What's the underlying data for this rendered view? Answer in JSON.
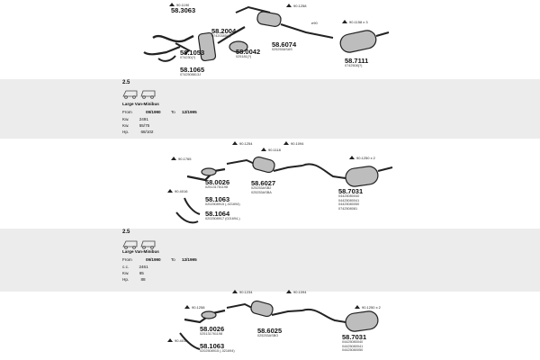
{
  "section1": {
    "refs": {
      "r1": "90.1190",
      "r2": "90.1258",
      "r3": "90.1158 x 3",
      "r4": "e90"
    },
    "parts": {
      "p1": {
        "no": "58.3063",
        "oem": ""
      },
      "p2": {
        "no": "58.2004",
        "oem": "0742038540\n07422038(?)..."
      },
      "p3": {
        "no": "58.1053",
        "oem": "0742038814J (TSW)"
      },
      "p4": {
        "no": "58.0042",
        "oem": "025181(?)"
      },
      "p5": {
        "no": "58.6074",
        "oem": "025253ASAS"
      },
      "p6": {
        "no": "58.7111",
        "oem": "0742508(?)"
      },
      "p7": {
        "no": "58.1065",
        "oem": "0742508813J"
      }
    }
  },
  "info1": {
    "engine": "2.5",
    "model": "Large Van-Minibus",
    "from_label": "From",
    "from_val": "09/1990",
    "to_label": "To",
    "to_val": "12/1995",
    "cc_label": "Kw.",
    "cc_val": "2491",
    "kw_label": "Kw.",
    "kw_val": "55/75",
    "hp_label": "Hp.",
    "hp_val": "68/102"
  },
  "section2": {
    "refs": {
      "r1": "90.1254",
      "r2": "90.1094",
      "r3": "90.1118",
      "r4": "90.1765",
      "r5": "90.1250 x 2",
      "r6": "90.4016"
    },
    "parts": {
      "p1": {
        "no": "58.0026",
        "oem": "025131761198"
      },
      "p2": {
        "no": "58.6027",
        "oem": "025253ASB2\n025253ASBA"
      },
      "p3": {
        "no": "58.1063",
        "oem": "0202508915 (-021694)"
      },
      "p4": {
        "no": "58.1064",
        "oem": "0202508917 (021694-)"
      },
      "p5": {
        "no": "58.7031",
        "oem": "04425080040\n04425080041\n04425080050\n0742508081"
      }
    }
  },
  "info2": {
    "engine": "2.5",
    "model": "Large Van-Minibus",
    "from_label": "From",
    "from_val": "09/1990",
    "to_label": "To",
    "to_val": "12/1995",
    "cc_label": "c.c.",
    "cc_val": "2461",
    "kw_label": "Kw.",
    "kw_val": "65",
    "hp_label": "Hp.",
    "hp_val": "88"
  },
  "section3": {
    "refs": {
      "r1": "90.1234",
      "r2": "90.1094",
      "r3": "90.1258",
      "r4": "90.1250 x 2",
      "r5": "90.4015"
    },
    "parts": {
      "p1": {
        "no": "58.0026",
        "oem": "025131761198"
      },
      "p2": {
        "no": "58.6025",
        "oem": "025253ASBO"
      },
      "p3": {
        "no": "58.1063",
        "oem": "0202508915 (-021694)"
      },
      "p4": {
        "no": "58.7031",
        "oem": "04425080040\n04425080041\n04425080050"
      }
    }
  }
}
